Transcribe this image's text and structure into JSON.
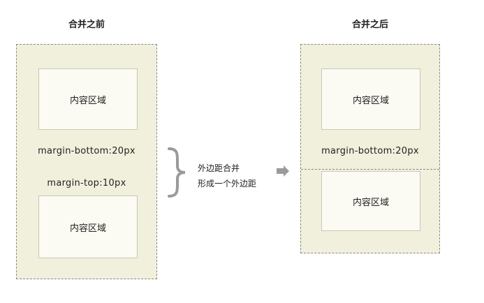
{
  "before": {
    "title": "合并之前",
    "top_content": "内容区域",
    "top_margin_label": "margin-bottom:20px",
    "bottom_margin_label": "margin-top:10px",
    "bottom_content": "内容区域"
  },
  "after": {
    "title": "合并之后",
    "top_content": "内容区域",
    "margin_label": "margin-bottom:20px",
    "bottom_content": "内容区域"
  },
  "explanation": {
    "line1": "外边距合并",
    "line2": "形成一个外边距",
    "brace_icon": "right-curly-brace-icon",
    "arrow_icon": "right-arrow-icon"
  },
  "colors": {
    "margin_area": "#f1f0dd",
    "content_area": "#fbfaf3",
    "dashed_border": "#8a8a80"
  }
}
